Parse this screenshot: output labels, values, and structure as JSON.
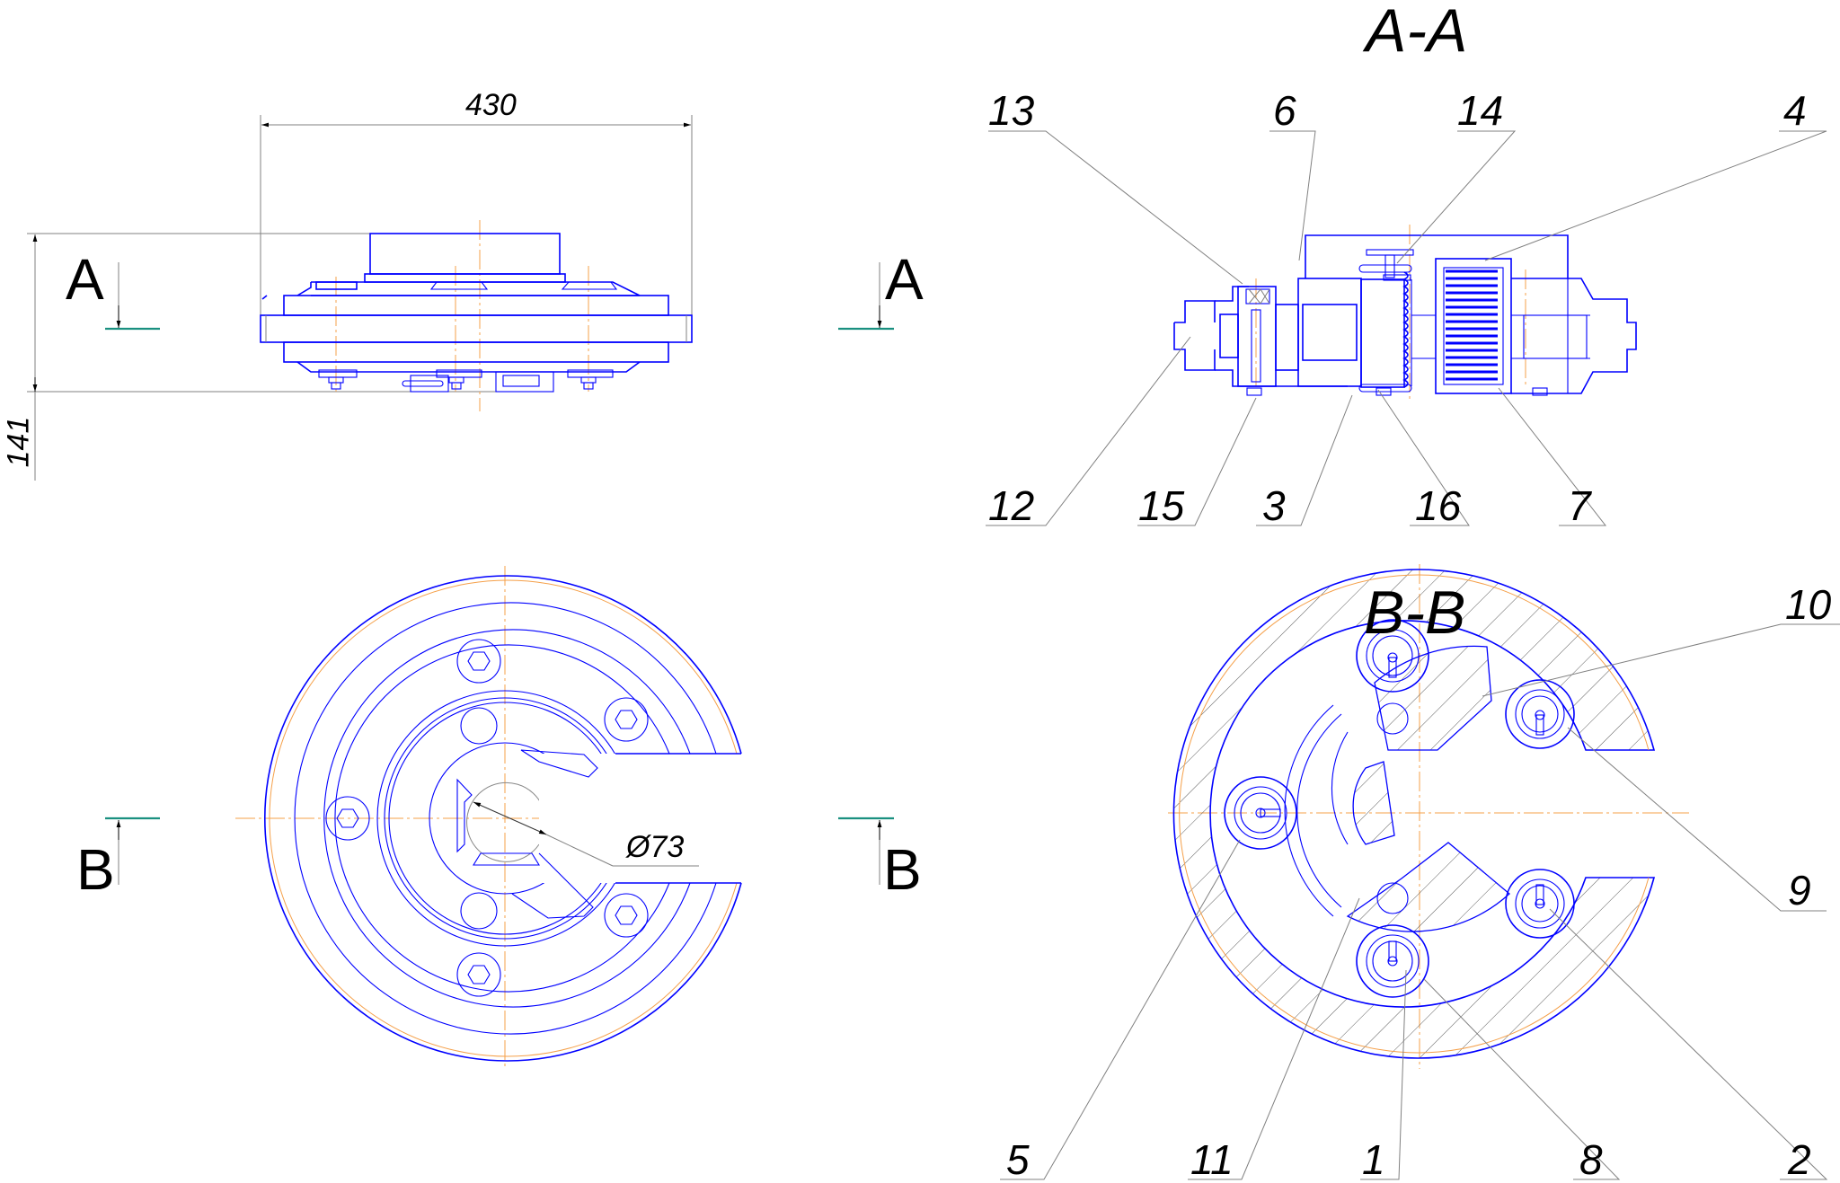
{
  "views": {
    "front": {
      "dimension_width": "430",
      "dimension_height": "141",
      "section_marker_left": "A",
      "section_marker_right": "A"
    },
    "top": {
      "diameter_label": "Ø73",
      "section_marker_left": "B",
      "section_marker_right": "B"
    },
    "section_aa": {
      "title": "A-A",
      "callouts_top": [
        "13",
        "6",
        "14",
        "4"
      ],
      "callouts_bottom": [
        "12",
        "15",
        "3",
        "16",
        "7"
      ]
    },
    "section_bb": {
      "title": "B-B",
      "callouts_right": [
        "10",
        "9"
      ],
      "callouts_bottom": [
        "5",
        "11",
        "1",
        "8",
        "2"
      ]
    }
  },
  "colors": {
    "outline": "#0000ff",
    "centerline": "#f5a04a",
    "leader": "#808080",
    "section_line": "#1a9080",
    "text": "#000000"
  }
}
